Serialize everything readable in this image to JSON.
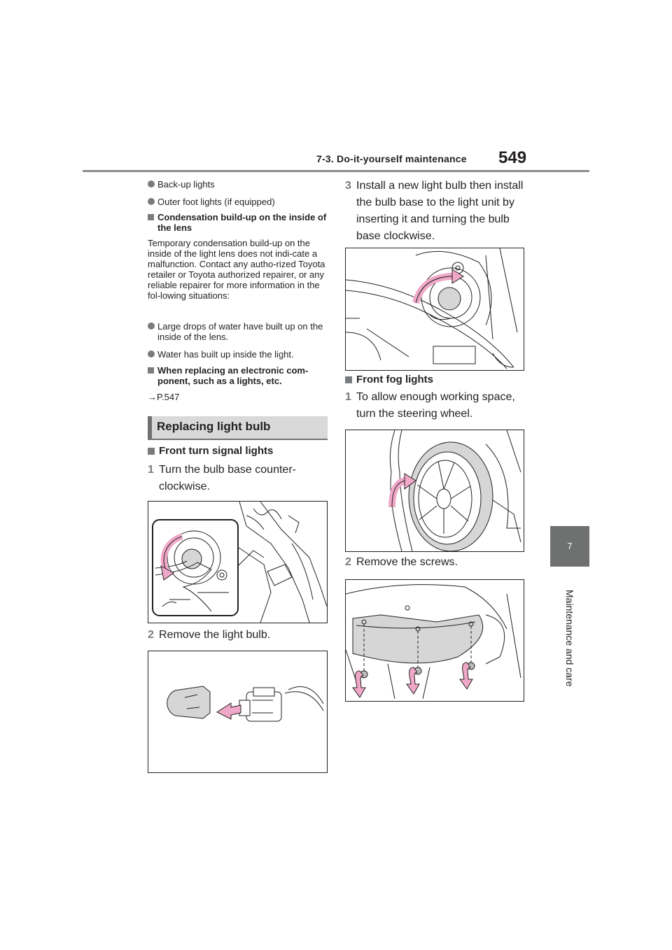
{
  "header": {
    "section": "7-3. Do-it-yourself maintenance",
    "page_number": "549"
  },
  "side_tab": {
    "chapter_number": "7",
    "chapter_title": "Maintenance and care"
  },
  "left_column": {
    "bullets_top": [
      "Back-up lights",
      "Outer foot lights (if equipped)"
    ],
    "condensation_heading": "Condensation build-up on the inside of the lens",
    "condensation_body": "Temporary condensation build-up on the inside of the light lens does not indi-cate a malfunction. Contact any autho-rized Toyota retailer or Toyota authorized repairer, or any reliable repairer for more information in the fol-lowing situations:",
    "condensation_bullets": [
      "Large drops of water have built up on the inside of the lens.",
      "Water has built up inside the light."
    ],
    "electronic_heading": "When replacing an electronic com-ponent, such as a lights, etc.",
    "electronic_ref": "→P.547",
    "banner_title": "Replacing light bulb",
    "turn_signal_heading": "Front turn signal lights",
    "step1_num": "1",
    "step1_text": "Turn the bulb base counter-clockwise.",
    "step2_num": "2",
    "step2_text": "Remove the light bulb."
  },
  "right_column": {
    "step3_num": "3",
    "step3_text": "Install a new light bulb then install the bulb base to the light unit by inserting it and turning the bulb base clockwise.",
    "fog_heading": "Front fog lights",
    "fog_step1_num": "1",
    "fog_step1_text": "To allow enough working space, turn the steering wheel.",
    "fog_step2_num": "2",
    "fog_step2_text": "Remove the screws."
  },
  "colors": {
    "accent_gray": "#7a7b7d",
    "tab_gray": "#6f7170",
    "arrow_pink": "#f0a8c8"
  }
}
